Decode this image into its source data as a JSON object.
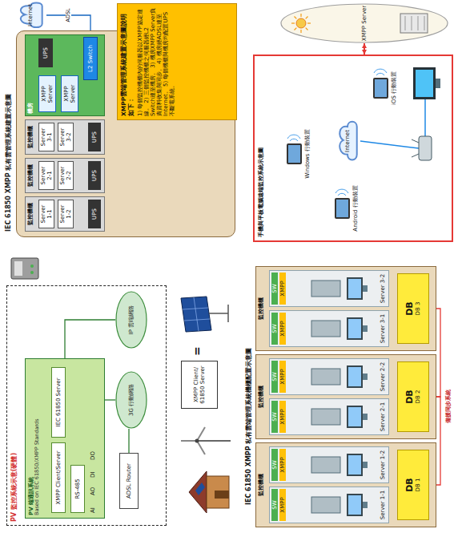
{
  "diagram": {
    "nodes": [
      {
        "text": [
          "IEC 61850 XMPP 私有雲管理系統建置示意圖"
        ]
      },
      {
        "text": [
          "監控機櫃"
        ],
        "in": 0
      },
      {
        "text": [
          "Server 1-1"
        ],
        "in": 1
      },
      {
        "text": [
          "Server 1-2"
        ],
        "in": 1
      },
      {
        "text": [
          "UPS"
        ],
        "in": 1
      },
      {
        "text": [
          "監控機櫃"
        ],
        "in": 0
      },
      {
        "text": [
          "Server 2-1"
        ],
        "in": 5
      },
      {
        "text": [
          "Server 2-2"
        ],
        "in": 5
      },
      {
        "text": [
          "UPS"
        ],
        "in": 5
      },
      {
        "text": [
          "監控機櫃"
        ],
        "in": 0
      },
      {
        "text": [
          "Server 3-1"
        ],
        "in": 9
      },
      {
        "text": [
          "Server 3-2"
        ],
        "in": 9
      },
      {
        "text": [
          "UPS"
        ],
        "in": 9
      },
      {
        "text": [
          "機房"
        ],
        "in": 0
      },
      {
        "text": [
          "XMPP Server"
        ],
        "in": 13
      },
      {
        "text": [
          "XMPP Server"
        ],
        "in": 13
      },
      {
        "text": [
          "UPS"
        ],
        "in": 13
      },
      {
        "text": [
          "L2 Switch"
        ],
        "in": 13
      },
      {
        "text": [
          "Internet"
        ]
      },
      {
        "text": [
          "XMPP雲端管理系統建置示意圖說明如下：",
          "1) 每個監控機櫃內的伺服器以XMPP協定連線。 2) 三個監控機櫃之伺服器經L2 Switch連至機房。 3) 機房XMPP Server負責資料收集與同步。 4) 機房經ADSL連至Internet。 5) 每個機櫃與機房均配置UPS不斷電系統。"
        ]
      },
      {
        "text": [
          "XMPP Server"
        ]
      },
      {
        "text": [
          "手機與平板電腦遠端監控系統示意圖"
        ]
      },
      {
        "text": [
          "Internet"
        ],
        "in": 21
      },
      {
        "text": [
          "iOS 行動裝置"
        ],
        "in": 21
      },
      {
        "text": [
          "Windows 行動裝置"
        ],
        "in": 21
      },
      {
        "text": [
          "Android 行動裝置"
        ],
        "in": 21
      },
      {
        "text": [
          "PV 監控系統示意(硬體)"
        ]
      },
      {
        "text": [
          "PV 端通訊系統",
          "Based on IEC 61850/XMPP Standards"
        ],
        "in": 26
      },
      {
        "text": [
          "XMPP Client/Server"
        ],
        "in": 27
      },
      {
        "text": [
          "IEC 61850 Server"
        ],
        "in": 27
      },
      {
        "text": [
          "RS-485"
        ],
        "in": 27
      },
      {
        "text": [
          "IP 雲端網路"
        ],
        "in": 26
      },
      {
        "text": [
          "3G 行動網路"
        ],
        "in": 26
      },
      {
        "text": [
          "ADSL Router"
        ],
        "in": 26
      },
      {
        "text": [
          "XMPP Client/ 61850 Server"
        ]
      },
      {
        "text": [
          "監控機櫃"
        ]
      },
      {
        "text": [
          "SW",
          "XMPP",
          "Server 1-1"
        ],
        "in": 35
      },
      {
        "text": [
          "SW",
          "XMPP",
          "Server 1-2"
        ],
        "in": 35
      },
      {
        "text": [
          "DB",
          "DB 1"
        ],
        "in": 35
      },
      {
        "text": [
          "監控機櫃"
        ]
      },
      {
        "text": [
          "SW",
          "XMPP",
          "Server 2-1"
        ],
        "in": 39
      },
      {
        "text": [
          "SW",
          "XMPP",
          "Server 2-2"
        ],
        "in": 39
      },
      {
        "text": [
          "DB",
          "DB 2"
        ],
        "in": 39
      },
      {
        "text": [
          "監控機櫃"
        ]
      },
      {
        "text": [
          "SW",
          "XMPP",
          "Server 3-1"
        ],
        "in": 43
      },
      {
        "text": [
          "SW",
          "XMPP",
          "Server 3-2"
        ],
        "in": 43
      },
      {
        "text": [
          "DB",
          "DB 3"
        ],
        "in": 43
      }
    ],
    "edges": [
      {
        "from": 1,
        "to": 17,
        "arrow": "none"
      },
      {
        "from": 5,
        "to": 17,
        "arrow": "none"
      },
      {
        "from": 9,
        "to": 17,
        "arrow": "none"
      },
      {
        "from": 17,
        "to": 18,
        "label": "ADSL",
        "arrow": "none"
      },
      {
        "from": 20,
        "to": 21,
        "arrow": "both"
      },
      {
        "from": 27,
        "to": 31,
        "arrow": "none"
      },
      {
        "from": 27,
        "to": 32,
        "arrow": "none"
      },
      {
        "from": 32,
        "to": 33,
        "arrow": "none"
      },
      {
        "from": 38,
        "to": 42,
        "arrow": "none"
      },
      {
        "from": 42,
        "to": 46,
        "arrow": "none"
      }
    ],
    "labels": [
      "IEC 61850 XMPP 私有雲端管理系統機櫃配置示意圖",
      "備援同步系統",
      "=",
      "AI",
      "AO",
      "DI",
      "DO"
    ]
  }
}
